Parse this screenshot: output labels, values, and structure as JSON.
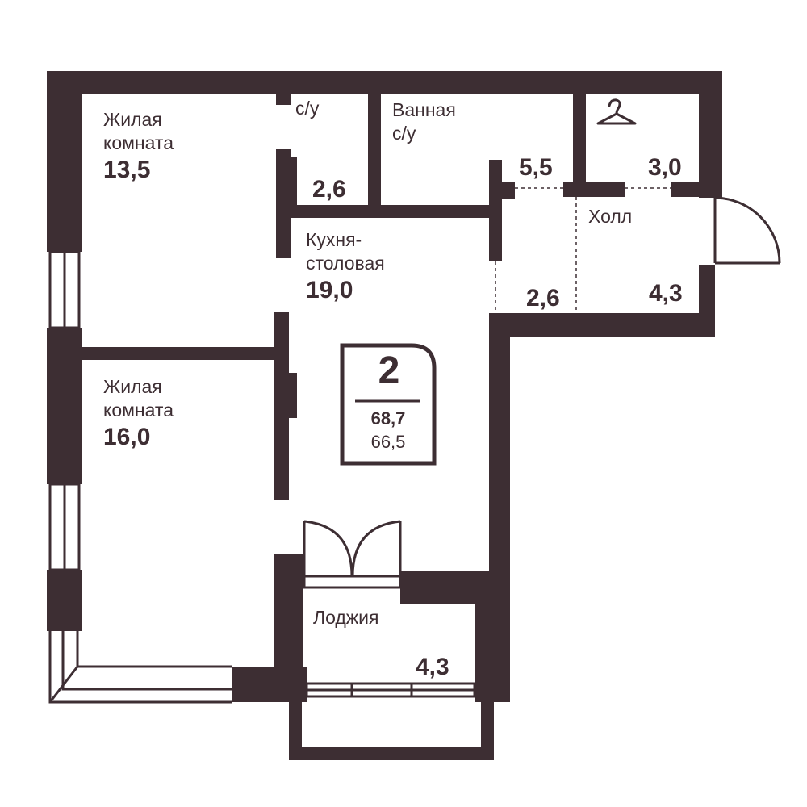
{
  "colors": {
    "wall": "#3d2e33",
    "background": "#ffffff"
  },
  "rooms": {
    "bedroom_1": {
      "label": "Жилая\nкомната",
      "area": "13,5"
    },
    "wc": {
      "label": "с/у",
      "area": "2,6"
    },
    "bathroom": {
      "label": "Ванная\nс/у",
      "area": "5,5"
    },
    "wardrobe": {
      "icon": "hanger-icon",
      "area": "3,0"
    },
    "hall": {
      "label": "Холл",
      "area": "4,3"
    },
    "kitchen": {
      "label": "Кухня-\nстоловая",
      "area": "19,0"
    },
    "corridor": {
      "area": "2,6"
    },
    "bedroom_2": {
      "label": "Жилая\nкомната",
      "area": "16,0"
    },
    "loggia": {
      "label": "Лоджия",
      "area": "4,3"
    }
  },
  "summary": {
    "rooms": "2",
    "total_area": "68,7",
    "living_area": "66,5"
  }
}
